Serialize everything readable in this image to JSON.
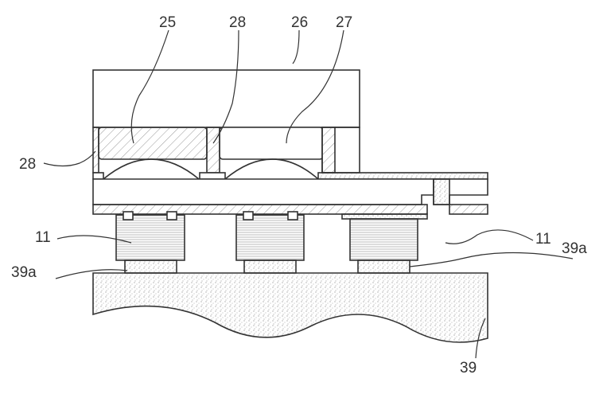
{
  "labels": {
    "l25": "25",
    "l28_top": "28",
    "l26": "26",
    "l27": "27",
    "l28_left": "28",
    "l11_left": "11",
    "l11_right": "11",
    "l39a_left": "39a",
    "l39a_right": "39a",
    "l39": "39"
  },
  "colors": {
    "line": "#333333",
    "fill": "#ffffff"
  }
}
